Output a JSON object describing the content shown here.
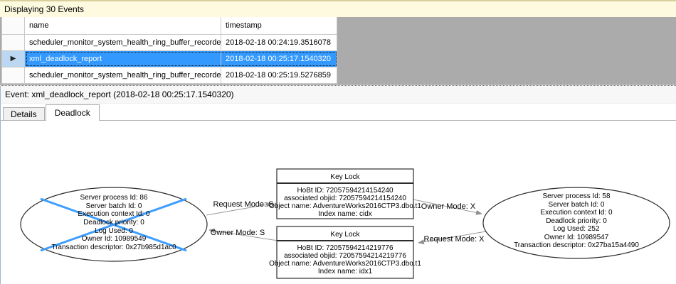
{
  "info_bar": {
    "text": "Displaying 30 Events"
  },
  "events_table": {
    "row_indicator_glyph": "▶",
    "columns": [
      "name",
      "timestamp"
    ],
    "rows": [
      {
        "name": "scheduler_monitor_system_health_ring_buffer_recorded",
        "timestamp": "2018-02-18 00:24:19.3516078",
        "selected": false
      },
      {
        "name": "xml_deadlock_report",
        "timestamp": "2018-02-18 00:25:17.1540320",
        "selected": true
      },
      {
        "name": "scheduler_monitor_system_health_ring_buffer_recorded",
        "timestamp": "2018-02-18 00:25:19.5276859",
        "selected": false
      }
    ]
  },
  "event_bar": {
    "text": "Event: xml_deadlock_report (2018-02-18 00:25:17.1540320)"
  },
  "tabs": [
    {
      "label": "Details",
      "active": false
    },
    {
      "label": "Deadlock",
      "active": true
    }
  ],
  "deadlock_graph": {
    "left_process": {
      "victim": true,
      "lines": [
        "Server process Id: 86",
        "Server batch Id: 0",
        "Execution context Id: 0",
        "Deadlock priority: 0",
        "Log Used: 0",
        "Owner Id: 10989549",
        "Transaction descriptor: 0x27b985d1ac0"
      ]
    },
    "right_process": {
      "victim": false,
      "lines": [
        "Server process Id: 58",
        "Server batch Id: 0",
        "Execution context Id: 0",
        "Deadlock priority: 0",
        "Log Used: 252",
        "Owner Id: 10989547",
        "Transaction descriptor: 0x27ba15a4490"
      ]
    },
    "top_lock": {
      "title": "Key Lock",
      "lines": [
        "HoBt ID: 72057594214154240",
        "associated objid: 72057594214154240",
        "Object name: AdventureWorks2016CTP3.dbo.t1",
        "Index name: cidx"
      ]
    },
    "bottom_lock": {
      "title": "Key Lock",
      "lines": [
        "HoBt ID: 72057594214219776",
        "associated objid: 72057594214219776",
        "Object name: AdventureWorks2016CTP3.dbo.t1",
        "Index name: idx1"
      ]
    },
    "edges": [
      {
        "id": "request-s",
        "label": "Request Mode: S"
      },
      {
        "id": "owner-s",
        "label": "Owner Mode: S"
      },
      {
        "id": "owner-x",
        "label": "Owner Mode: X"
      },
      {
        "id": "request-x",
        "label": "Request Mode: X"
      }
    ]
  },
  "colors": {
    "selection_blue": "#3399FF",
    "victim_x_blue": "#3E9EFF",
    "info_bar_yellow": "#FDFAE0",
    "table_backdrop_gray": "#ABABAB",
    "edge_gray": "#9A9A9A"
  }
}
